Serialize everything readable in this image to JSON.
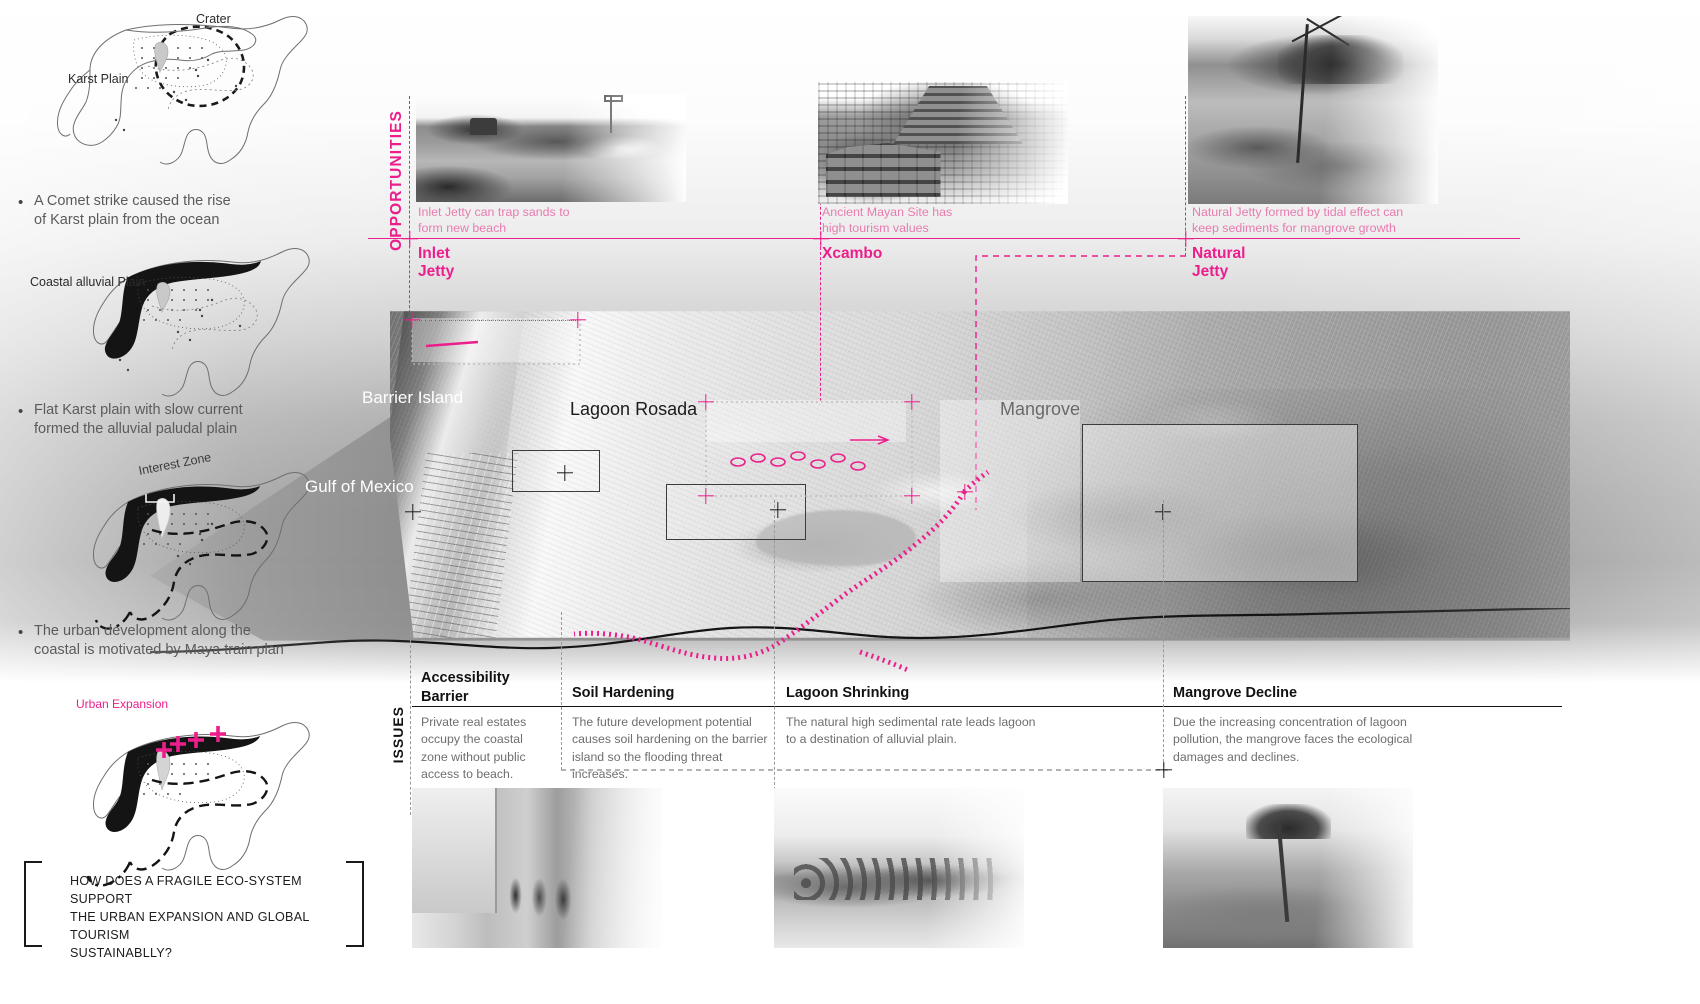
{
  "left_column": {
    "maps": [
      {
        "id": "map-crater",
        "labels": [
          "Crater",
          "Karst Plain"
        ],
        "note": "A Comet strike caused the rise of Karst plain from the ocean",
        "note_lines": [
          "A Comet strike caused the rise",
          "of Karst plain from the ocean"
        ]
      },
      {
        "id": "map-alluvial",
        "labels": [
          "Coastal alluvial Plain"
        ],
        "note": "Flat Karst plain with slow current formed the alluvial paludal plain",
        "note_lines": [
          "Flat Karst plain with slow current",
          "formed the alluvial paludal plain"
        ]
      },
      {
        "id": "map-interest-zone",
        "labels": [
          "Interest Zone"
        ],
        "note": "The urban development along the coastal is motivated by Maya train plan",
        "note_lines": [
          "The urban development along the",
          "coastal is motivated by Maya train plan"
        ]
      },
      {
        "id": "map-urban-expansion",
        "labels": [
          "Urban Expansion"
        ],
        "note": "",
        "note_lines": []
      }
    ],
    "question": {
      "line1": "HOW DOES A FRAGILE ECO-SYSTEM SUPPORT",
      "line2": "THE URBAN EXPANSION AND GLOBAL TOURISM",
      "line3": "SUSTAINABLLY?"
    }
  },
  "opportunities": {
    "section_label": "OPPORTUNITIES",
    "accent_color": "#ec1e8c",
    "items": [
      {
        "title": "Inlet Jetty",
        "caption_lines": [
          "Inlet Jetty can trap sands to",
          "form new beach"
        ],
        "caption": "Inlet Jetty can trap sands to form new beach",
        "photo_name": "inlet-jetty-photo"
      },
      {
        "title": "Xcambo",
        "caption_lines": [
          "Ancient Mayan Site has",
          "high tourism values"
        ],
        "caption": "Ancient Mayan Site has high tourism values",
        "photo_name": "xcambo-photo"
      },
      {
        "title": "Natural Jetty",
        "caption_lines": [
          "Natural Jetty formed by tidal effect can",
          "keep sediments for mangrove growth"
        ],
        "caption": "Natural Jetty formed by tidal effect can keep sediments for mangrove growth",
        "photo_name": "natural-jetty-photo"
      }
    ]
  },
  "aerial": {
    "labels": [
      {
        "text": "Barrier Island",
        "style": "light"
      },
      {
        "text": "Gulf of Mexico",
        "style": "light"
      },
      {
        "text": "Lagoon Rosada",
        "style": "dark"
      },
      {
        "text": "Mangrove",
        "style": "dark"
      }
    ]
  },
  "issues": {
    "section_label": "ISSUES",
    "items": [
      {
        "title": "Accessibility Barrier",
        "title_lines": [
          "Accessibility",
          "Barrier"
        ],
        "body": "Private real estates occupy the coastal zone without public access to beach.",
        "body_lines": [
          "Private real estates",
          "occupy the coastal",
          "zone without public",
          "access to beach."
        ],
        "photo_name": "accessibility-barrier-photo"
      },
      {
        "title": "Soil Hardening",
        "title_lines": [
          "Soil Hardening"
        ],
        "body": "The future development potential causes soil hardening on the barrier island so the flooding threat increases.",
        "body_lines": [
          "The future development potential",
          "causes soil hardening on the barrier",
          "island so the flooding threat increases."
        ],
        "photo_name": "soil-hardening-photo"
      },
      {
        "title": "Lagoon Shrinking",
        "title_lines": [
          "Lagoon Shrinking"
        ],
        "body": "The natural high sedimental rate leads lagoon to a destination of alluvial plain.",
        "body_lines": [
          "The natural high sedimental rate leads lagoon",
          "to a destination of alluvial plain."
        ],
        "photo_name": "lagoon-shrinking-photo"
      },
      {
        "title": "Mangrove Decline",
        "title_lines": [
          "Mangrove Decline"
        ],
        "body": "Due the increasing concentration of lagoon pollution, the mangrove faces the ecological damages and declines.",
        "body_lines": [
          "Due the increasing concentration of lagoon",
          "pollution, the mangrove faces the ecological",
          "damages and declines."
        ],
        "photo_name": "mangrove-decline-photo"
      }
    ]
  }
}
